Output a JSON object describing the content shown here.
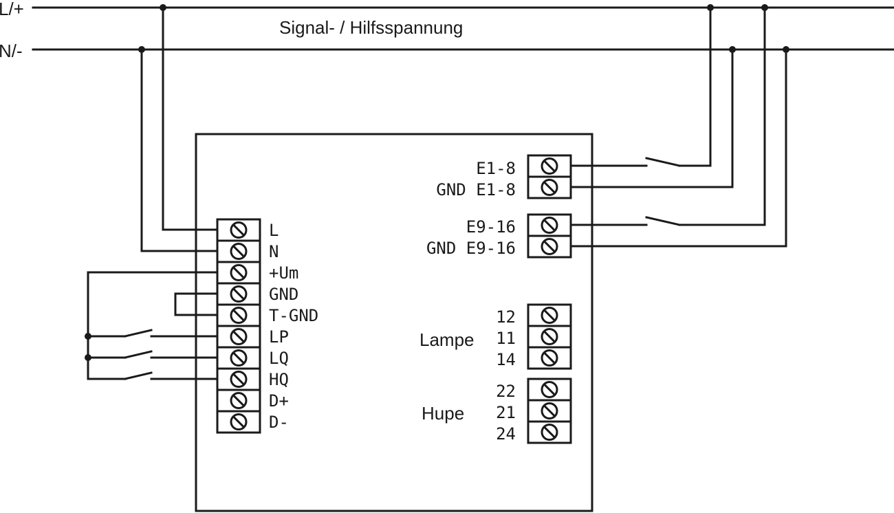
{
  "lines": {
    "l_plus": "L/+",
    "n_minus": "N/-",
    "supply_label": "Signal- / Hilfsspannung"
  },
  "left_terminals": [
    "L",
    "N",
    "+Um",
    "GND",
    "T-GND",
    "LP",
    "LQ",
    "HQ",
    "D+",
    "D-"
  ],
  "inputs": {
    "e1_8": "E1-8",
    "gnd_e1_8": "GND E1-8",
    "e9_16": "E9-16",
    "gnd_e9_16": "GND E9-16"
  },
  "lampe": {
    "label": "Lampe",
    "pins": [
      "12",
      "11",
      "14"
    ]
  },
  "hupe": {
    "label": "Hupe",
    "pins": [
      "22",
      "21",
      "24"
    ]
  }
}
